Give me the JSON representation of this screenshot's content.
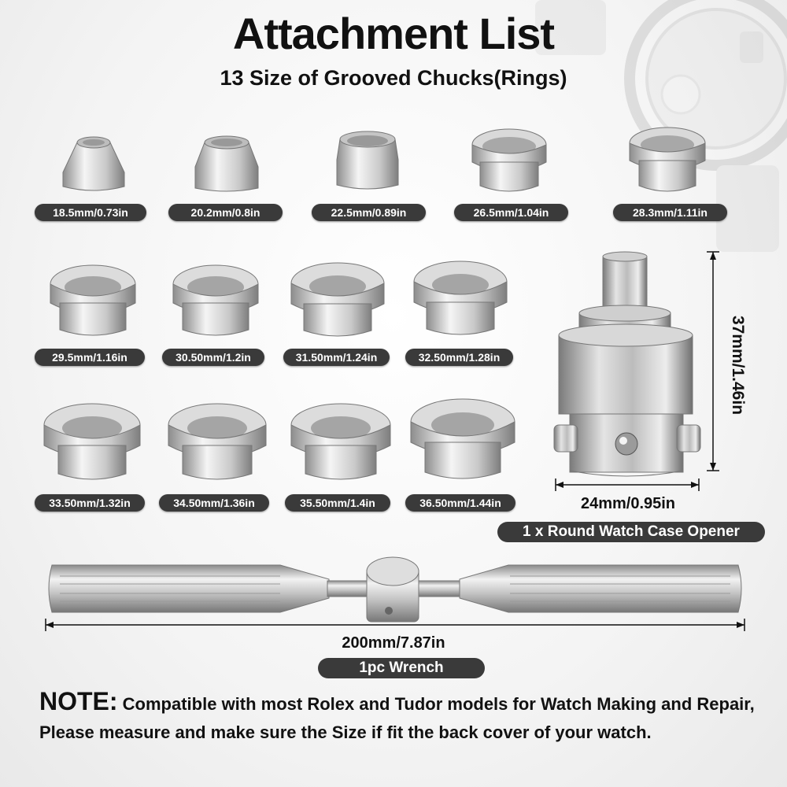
{
  "header": {
    "title": "Attachment List",
    "subtitle": "13  Size of Grooved Chucks(Rings)"
  },
  "chucks": {
    "row1": [
      "18.5mm/0.73in",
      "20.2mm/0.8in",
      "22.5mm/0.89in",
      "26.5mm/1.04in",
      "28.3mm/1.11in"
    ],
    "row2": [
      "29.5mm/1.16in",
      "30.50mm/1.2in",
      "31.50mm/1.24in",
      "32.50mm/1.28in"
    ],
    "row3": [
      "33.50mm/1.32in",
      "34.50mm/1.36in",
      "35.50mm/1.4in",
      "36.50mm/1.44in"
    ]
  },
  "opener": {
    "height_label": "37mm/1.46in",
    "width_label": "24mm/0.95in",
    "caption": "1 x Round Watch Case Opener"
  },
  "wrench": {
    "length_label": "200mm/7.87in",
    "caption": "1pc Wrench"
  },
  "note": {
    "head": "NOTE:",
    "text": "Compatible with most Rolex and Tudor models for Watch Making and Repair, Please measure and make sure the Size if fit the back cover of your watch."
  }
}
